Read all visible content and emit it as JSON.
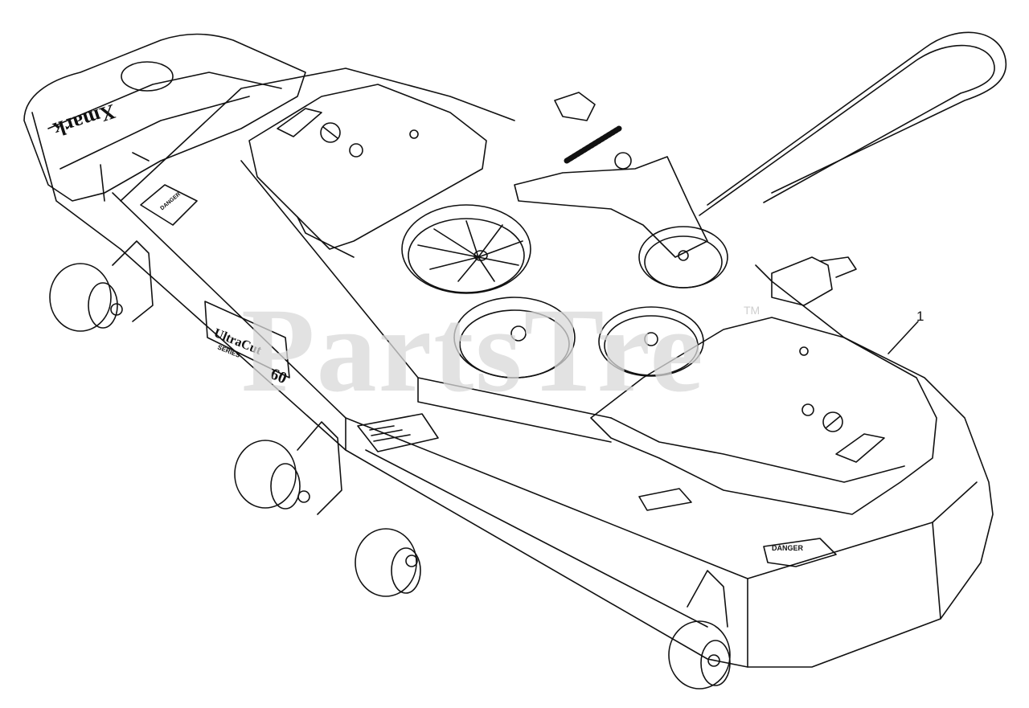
{
  "watermark": {
    "text": "PartsTre",
    "trademark": "TM"
  },
  "callouts": [
    {
      "number": "1"
    }
  ],
  "decals": {
    "brand": "Xmark",
    "model_line": "UltraCut",
    "model_series": "SERIES",
    "model_size": "60",
    "warning_left": "DANGER",
    "warning_right": "DANGER"
  }
}
